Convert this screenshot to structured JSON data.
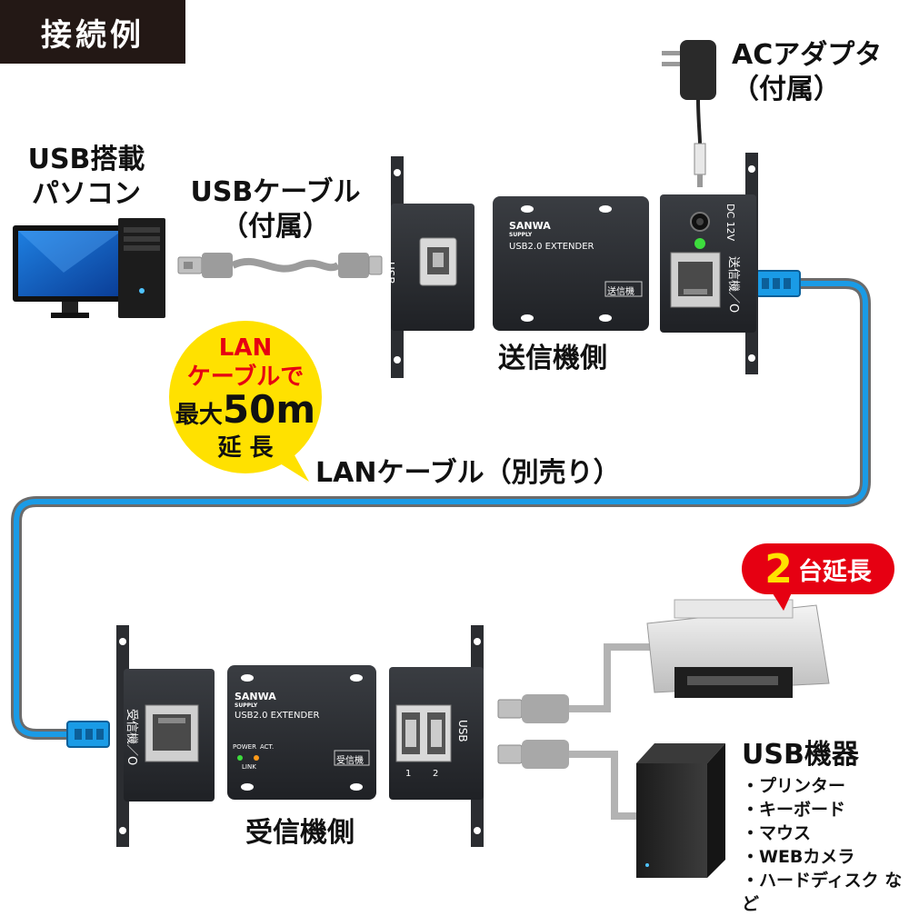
{
  "header": {
    "title": "接続例"
  },
  "pc": {
    "label_line1": "USB搭載",
    "label_line2": "パソコン"
  },
  "usb_cable": {
    "label_line1": "USBケーブル",
    "label_line2": "（付属）"
  },
  "ac_adapter": {
    "label_line1": "ACアダプタ",
    "label_line2": "（付属）"
  },
  "transmitter": {
    "side_label": "送信機側",
    "usb_port_label": "USB",
    "dc_label": "DC 12V",
    "io_label": "送信機／O",
    "brand": "SANWA",
    "brand_sub": "SUPPLY",
    "model": "USB2.0 EXTENDER",
    "badge": "送信機"
  },
  "bubble": {
    "line1": "LAN",
    "line2": "ケーブルで",
    "line3_prefix": "最大",
    "line3_value": "50m",
    "line4": "延 長"
  },
  "lan_cable": {
    "label": "LANケーブル（別売り）"
  },
  "receiver": {
    "side_label": "受信機側",
    "io_label": "受信機／O",
    "usb_port_label": "USB",
    "port1": "1",
    "port2": "2",
    "brand": "SANWA",
    "brand_sub": "SUPPLY",
    "model": "USB2.0 EXTENDER",
    "power": "POWER",
    "act": "ACT.",
    "link": "LINK",
    "badge": "受信機"
  },
  "two_units": {
    "number": "2",
    "text": "台延長"
  },
  "usb_devices": {
    "title": "USB機器",
    "items": [
      "・プリンター",
      "・キーボード",
      "・マウス",
      "・WEBカメラ",
      "・ハードディスク など"
    ]
  },
  "colors": {
    "lan_blue": "#1a9be6",
    "lan_gray": "#6b6b6b",
    "bubble_yellow": "#ffe100",
    "red": "#e60012",
    "device_dark": "#2b2d31"
  }
}
